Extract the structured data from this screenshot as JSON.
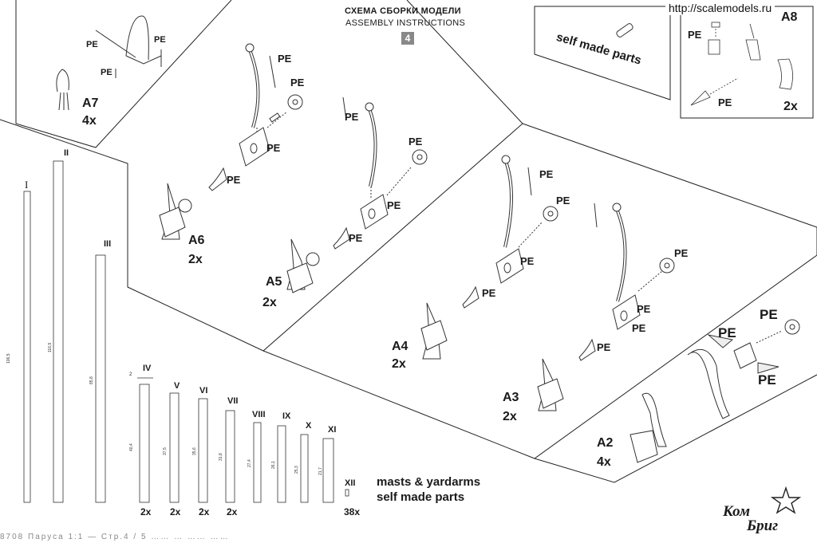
{
  "header": {
    "title_ru": "СХЕМА СБОРКИ МОДЕЛИ",
    "title_en": "ASSEMBLY INSTRUCTIONS",
    "page_number": "4"
  },
  "watermark": "http://scalemodels.ru",
  "self_made_parts_box": {
    "label": "self made parts"
  },
  "a8": {
    "name": "A8",
    "count": "2x",
    "pe1": "PE",
    "pe2": "PE"
  },
  "a7": {
    "name": "A7",
    "count": "4x",
    "pe1": "PE",
    "pe2": "PE",
    "pe3": "PE"
  },
  "a6": {
    "name": "A6",
    "count": "2x",
    "pe1": "PE",
    "pe2": "PE",
    "pe3": "PE",
    "pe4": "PE"
  },
  "a5": {
    "name": "A5",
    "count": "2x",
    "pe1": "PE",
    "pe2": "PE",
    "pe3": "PE",
    "pe4": "PE"
  },
  "a4": {
    "name": "A4",
    "count": "2x",
    "pe1": "PE",
    "pe2": "PE",
    "pe3": "PE",
    "pe4": "PE"
  },
  "a3": {
    "name": "A3",
    "count": "2x",
    "pe1": "PE",
    "pe2": "PE",
    "pe3": "PE",
    "pe4": "PE"
  },
  "a2": {
    "name": "A2",
    "count": "4x",
    "pe1": "PE",
    "pe2": "PE",
    "pe3": "PE"
  },
  "masts": [
    {
      "roman": "I",
      "dim": "106,5",
      "count": ""
    },
    {
      "roman": "II",
      "dim": "116,9",
      "count": ""
    },
    {
      "roman": "III",
      "dim": "85,8",
      "count": ""
    },
    {
      "roman": "IV",
      "dim": "40,4",
      "count": "2x"
    },
    {
      "roman": "V",
      "dim": "37,5",
      "count": "2x"
    },
    {
      "roman": "VI",
      "dim": "35,6",
      "count": "2x"
    },
    {
      "roman": "VII",
      "dim": "31,8",
      "count": "2x"
    },
    {
      "roman": "VIII",
      "dim": "27,4",
      "count": ""
    },
    {
      "roman": "IX",
      "dim": "26,1",
      "count": ""
    },
    {
      "roman": "X",
      "dim": "25,3",
      "count": ""
    },
    {
      "roman": "XI",
      "dim": "21,7",
      "count": ""
    },
    {
      "roman": "XII",
      "dim": "",
      "count": "38x"
    }
  ],
  "mast_iv_small_dim": "2",
  "masts_note": {
    "line1": "masts & yardarms",
    "line2": "self made parts"
  },
  "logo": {
    "line1": "Ком",
    "line2": "Бриг"
  },
  "bottom_text": "8708  Паруса 1:1 — Стр.4 / 5 …… … …… ……"
}
